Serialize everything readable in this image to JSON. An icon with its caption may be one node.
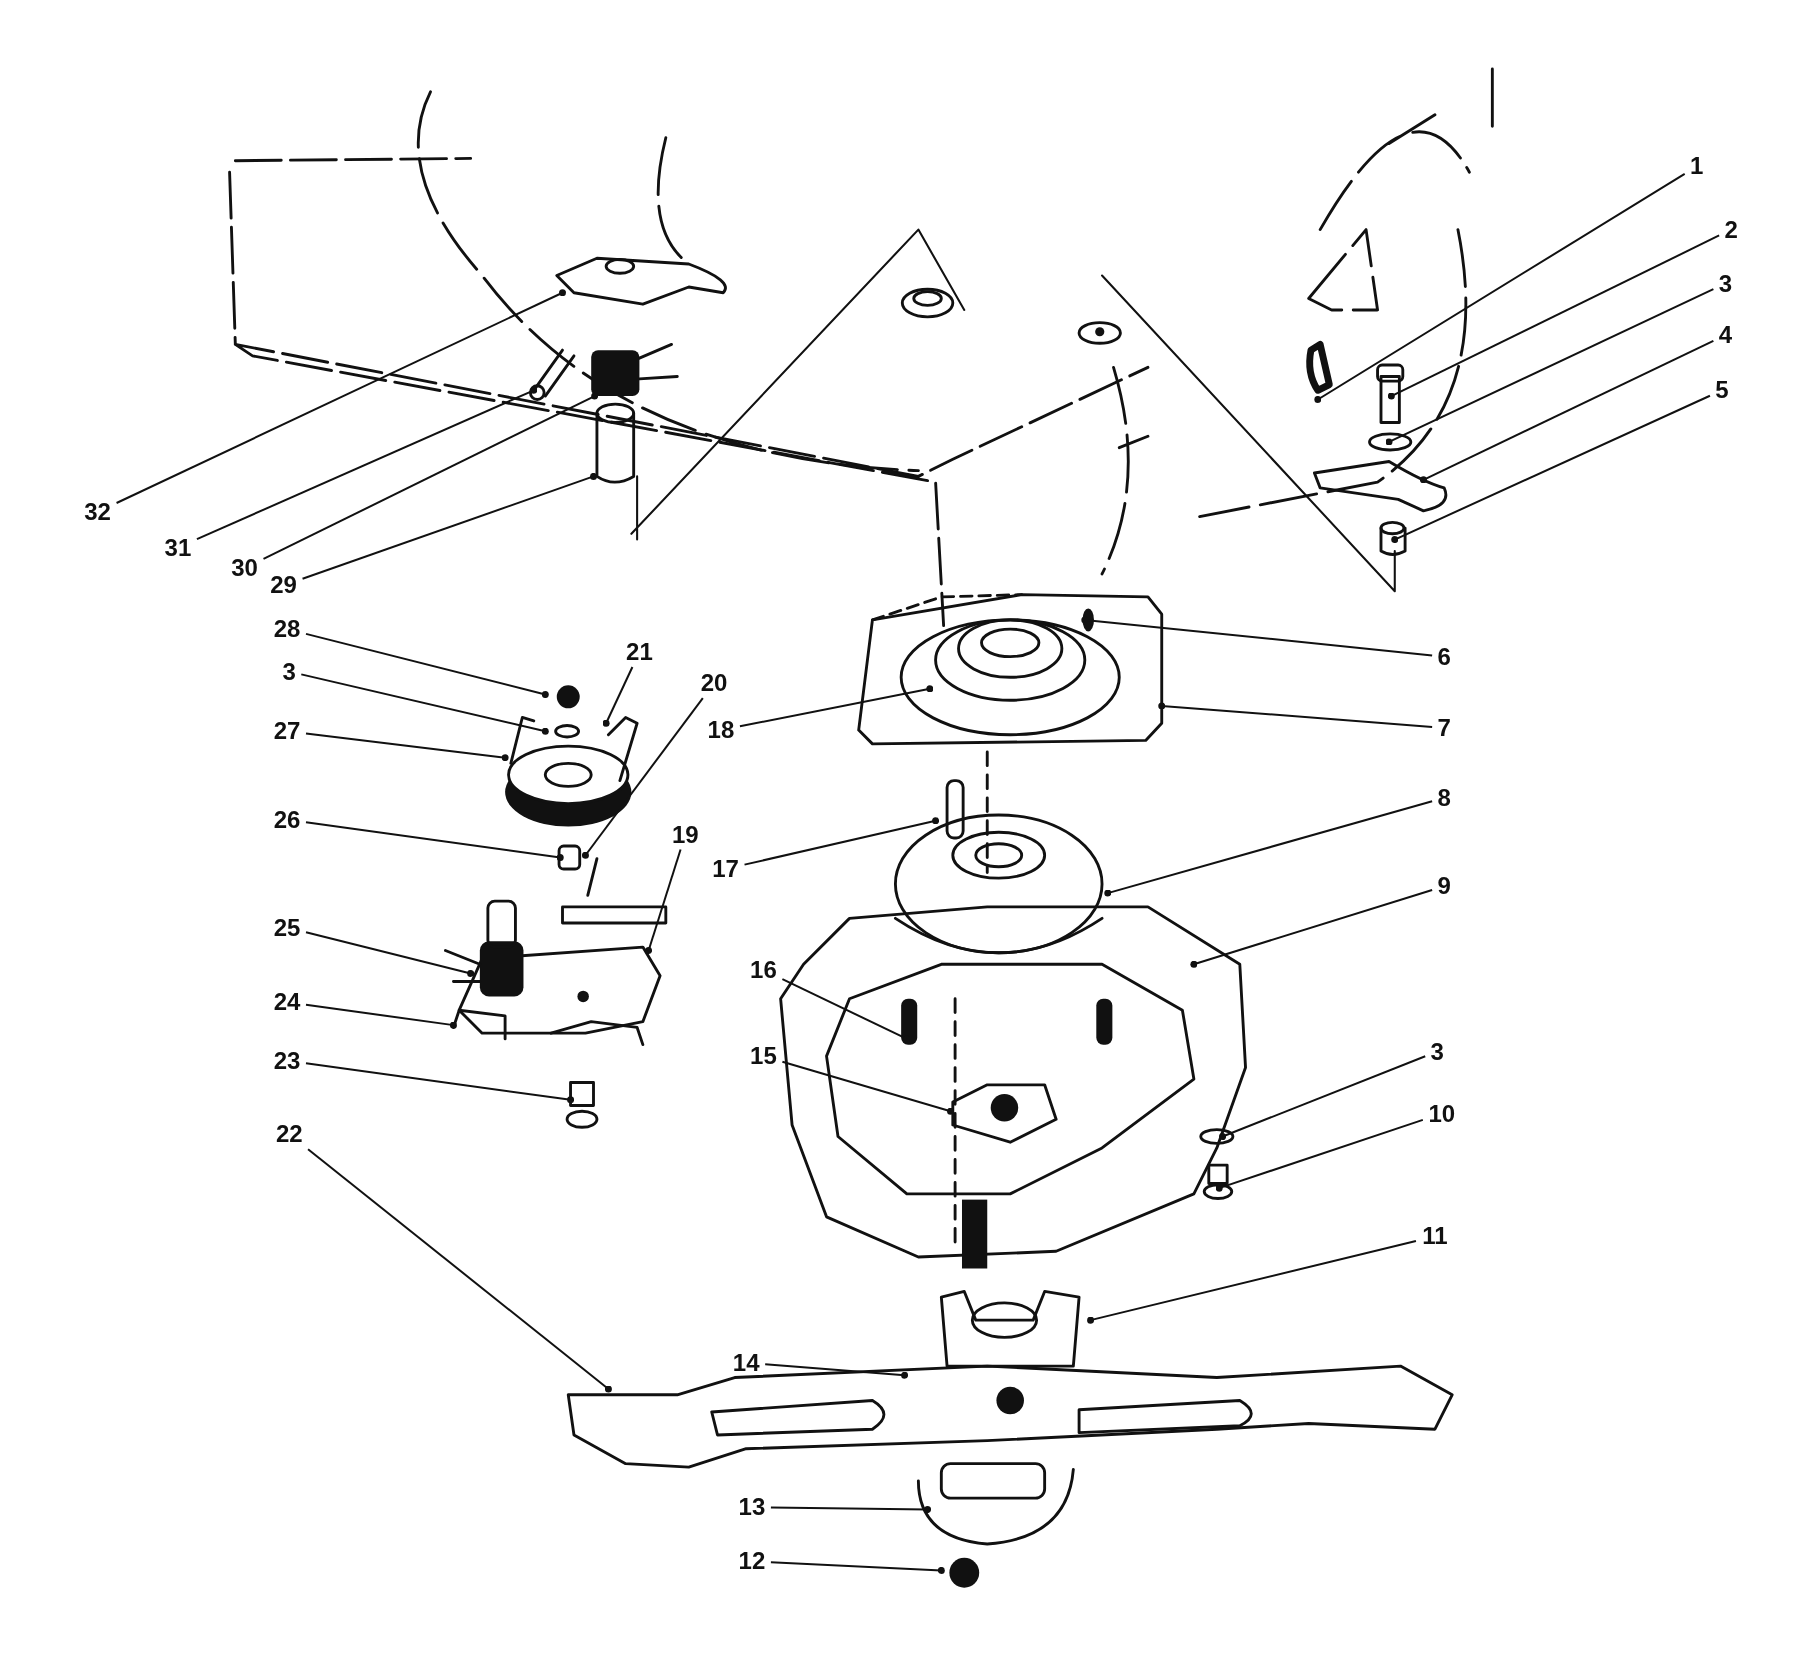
{
  "diagram": {
    "nodes": [
      {
        "text": [
          "1"
        ]
      },
      {
        "text": [
          "2"
        ]
      },
      {
        "text": [
          "3"
        ]
      },
      {
        "text": [
          "4"
        ]
      },
      {
        "text": [
          "5"
        ]
      },
      {
        "text": [
          "6"
        ]
      },
      {
        "text": [
          "7"
        ]
      },
      {
        "text": [
          "8"
        ]
      },
      {
        "text": [
          "9"
        ]
      },
      {
        "text": [
          "3"
        ]
      },
      {
        "text": [
          "10"
        ]
      },
      {
        "text": [
          "11"
        ]
      },
      {
        "text": [
          "12"
        ]
      },
      {
        "text": [
          "13"
        ]
      },
      {
        "text": [
          "14"
        ]
      },
      {
        "text": [
          "15"
        ]
      },
      {
        "text": [
          "16"
        ]
      },
      {
        "text": [
          "17"
        ]
      },
      {
        "text": [
          "18"
        ]
      },
      {
        "text": [
          "19"
        ]
      },
      {
        "text": [
          "20"
        ]
      },
      {
        "text": [
          "21"
        ]
      },
      {
        "text": [
          "22"
        ]
      },
      {
        "text": [
          "23"
        ]
      },
      {
        "text": [
          "24"
        ]
      },
      {
        "text": [
          "25"
        ]
      },
      {
        "text": [
          "26"
        ]
      },
      {
        "text": [
          "27"
        ]
      },
      {
        "text": [
          "28"
        ]
      },
      {
        "text": [
          "3"
        ]
      },
      {
        "text": [
          "29"
        ]
      },
      {
        "text": [
          "30"
        ]
      },
      {
        "text": [
          "31"
        ]
      },
      {
        "text": [
          "32"
        ]
      }
    ],
    "edges": [
      {
        "from": 0,
        "to": null,
        "arrow": "other"
      },
      {
        "from": 1,
        "to": null,
        "arrow": "other"
      },
      {
        "from": 2,
        "to": null,
        "arrow": "other"
      },
      {
        "from": 3,
        "to": null,
        "arrow": "other"
      },
      {
        "from": 4,
        "to": null,
        "arrow": "other"
      },
      {
        "from": 5,
        "to": null,
        "arrow": "other"
      },
      {
        "from": 6,
        "to": null,
        "arrow": "other"
      },
      {
        "from": 7,
        "to": null,
        "arrow": "other"
      },
      {
        "from": 8,
        "to": null,
        "arrow": "other"
      },
      {
        "from": 9,
        "to": null,
        "arrow": "other"
      },
      {
        "from": 10,
        "to": null,
        "arrow": "other"
      },
      {
        "from": 11,
        "to": null,
        "arrow": "other"
      },
      {
        "from": 12,
        "to": null,
        "arrow": "other"
      },
      {
        "from": 13,
        "to": null,
        "arrow": "other"
      },
      {
        "from": 14,
        "to": null,
        "arrow": "other"
      },
      {
        "from": 15,
        "to": null,
        "arrow": "other"
      },
      {
        "from": 16,
        "to": null,
        "arrow": "other"
      },
      {
        "from": 17,
        "to": null,
        "arrow": "other"
      },
      {
        "from": 18,
        "to": null,
        "arrow": "other"
      },
      {
        "from": 19,
        "to": null,
        "arrow": "other"
      },
      {
        "from": 20,
        "to": null,
        "arrow": "other"
      },
      {
        "from": 21,
        "to": null,
        "arrow": "other"
      },
      {
        "from": 22,
        "to": null,
        "arrow": "other"
      },
      {
        "from": 23,
        "to": null,
        "arrow": "other"
      },
      {
        "from": 24,
        "to": null,
        "arrow": "other"
      },
      {
        "from": 25,
        "to": null,
        "arrow": "other"
      },
      {
        "from": 26,
        "to": null,
        "arrow": "other"
      },
      {
        "from": 27,
        "to": null,
        "arrow": "other"
      },
      {
        "from": 28,
        "to": null,
        "arrow": "other"
      },
      {
        "from": 29,
        "to": null,
        "arrow": "other"
      },
      {
        "from": 30,
        "to": null,
        "arrow": "other"
      },
      {
        "from": 31,
        "to": null,
        "arrow": "other"
      },
      {
        "from": 32,
        "to": null,
        "arrow": "other"
      },
      {
        "from": 33,
        "to": null,
        "arrow": "other"
      }
    ]
  }
}
